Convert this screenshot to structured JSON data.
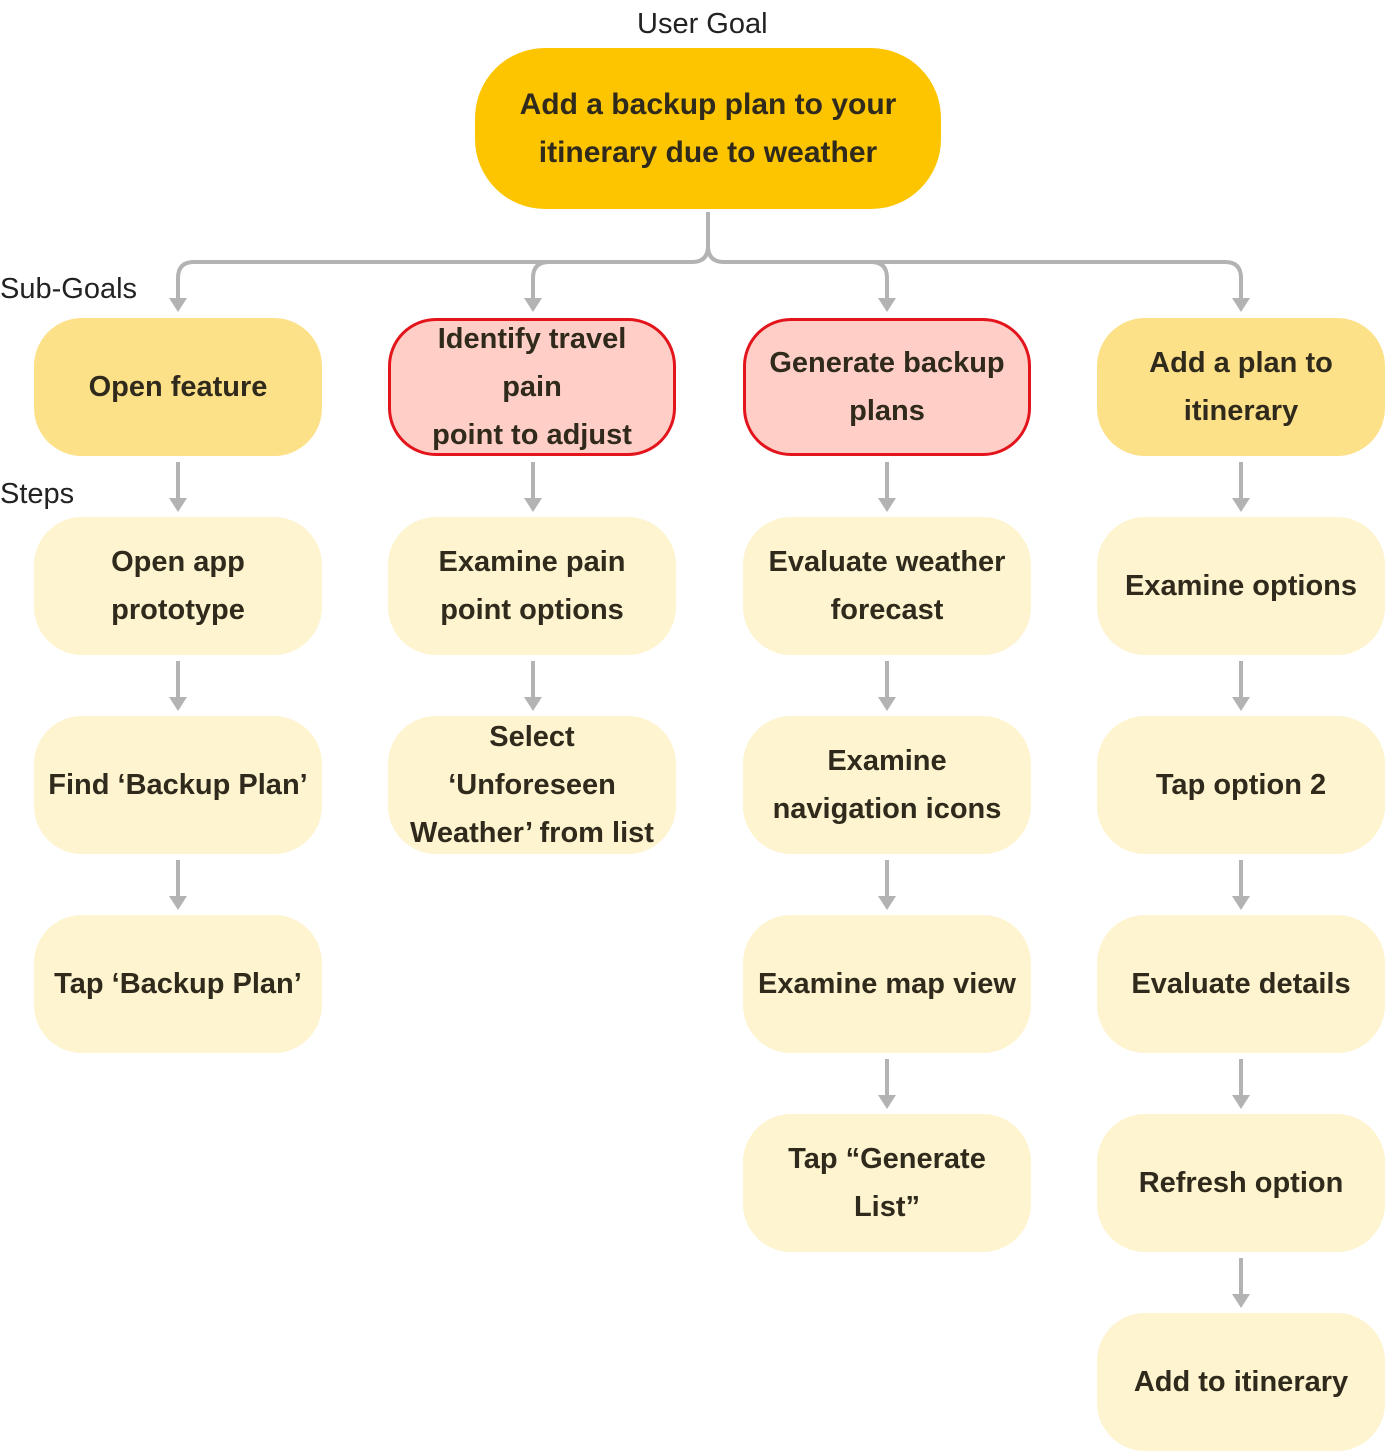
{
  "labels": {
    "user_goal": "User Goal",
    "sub_goals": "Sub-Goals",
    "steps": "Steps"
  },
  "colors": {
    "goal_fill": "#fdc500",
    "subgoal_fill": "#fde189",
    "painpoint_fill": "#ffcfc7",
    "painpoint_border": "#e3141b",
    "step_fill": "#fef4d0",
    "connector": "#b3b3b3"
  },
  "goal": {
    "text": "Add a backup plan to your\nitinerary due to weather"
  },
  "columns": [
    {
      "subgoal": "Open feature",
      "subgoal_style": "normal",
      "steps": [
        "Open app\nprototype",
        "Find ‘Backup Plan’",
        "Tap ‘Backup Plan’"
      ]
    },
    {
      "subgoal": "Identify travel pain\npoint to adjust",
      "subgoal_style": "pain-point",
      "steps": [
        "Examine pain\npoint options",
        "Select ‘Unforeseen\nWeather’ from list"
      ]
    },
    {
      "subgoal": "Generate backup\nplans",
      "subgoal_style": "pain-point",
      "steps": [
        "Evaluate weather\nforecast",
        "Examine\nnavigation icons",
        "Examine map view",
        "Tap “Generate\nList”"
      ]
    },
    {
      "subgoal": "Add a plan to\nitinerary",
      "subgoal_style": "normal",
      "steps": [
        "Examine options",
        "Tap option 2",
        "Evaluate details",
        "Refresh option",
        "Add to itinerary"
      ]
    }
  ]
}
